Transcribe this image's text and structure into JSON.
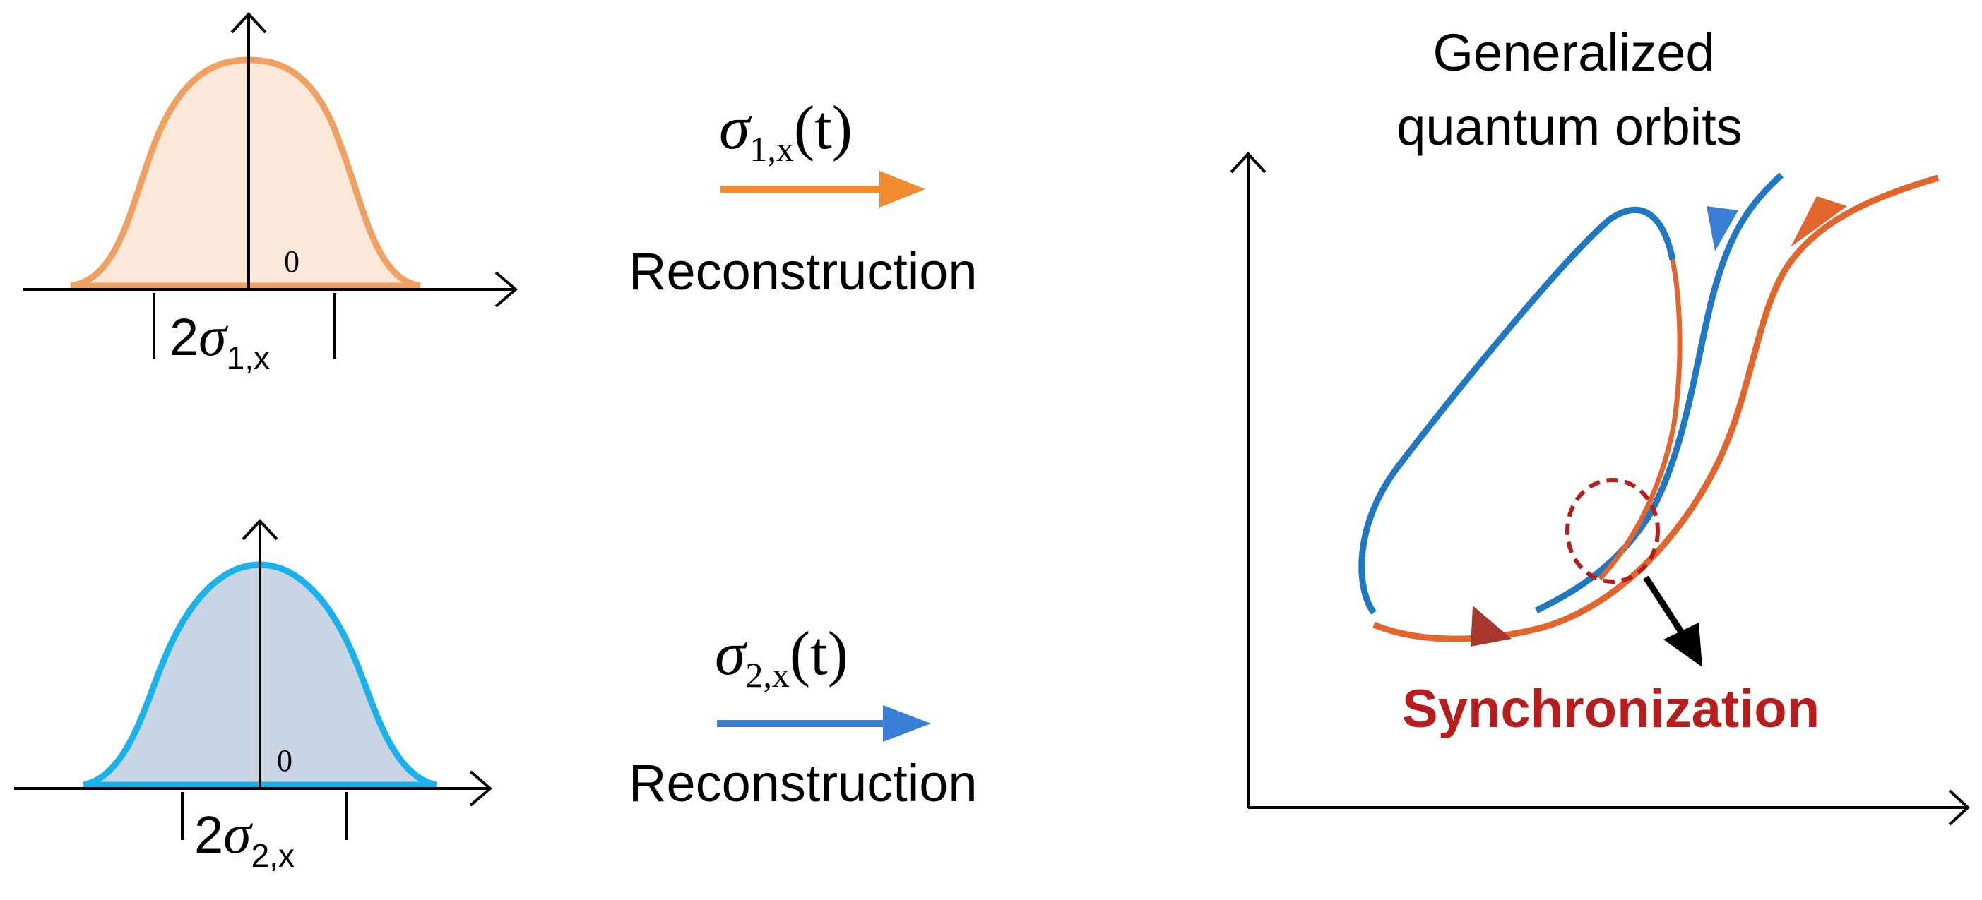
{
  "panel1": {
    "origin_label": "0",
    "width_label_prefix": "2",
    "width_label_symbol": "σ",
    "width_label_subscript": "1,x",
    "fill_color": "#fce8d8",
    "stroke_color": "#f0a060"
  },
  "panel2": {
    "origin_label": "0",
    "width_label_prefix": "2",
    "width_label_symbol": "σ",
    "width_label_subscript": "2,x",
    "fill_color": "#c9d5e4",
    "stroke_color": "#1ab2ea"
  },
  "arrow1": {
    "symbol": "σ",
    "subscript": "1,x",
    "argument": "(t)",
    "caption": "Reconstruction",
    "color": "#f28a2e"
  },
  "arrow2": {
    "symbol": "σ",
    "subscript": "2,x",
    "argument": "(t)",
    "caption": "Reconstruction",
    "color": "#3a7fd5"
  },
  "orbits": {
    "title_line1": "Generalized",
    "title_line2": "quantum orbits",
    "sync_label": "Synchronization",
    "blue_color": "#1f78c1",
    "orange_color": "#e2652b",
    "sync_color": "#b81c1c"
  }
}
